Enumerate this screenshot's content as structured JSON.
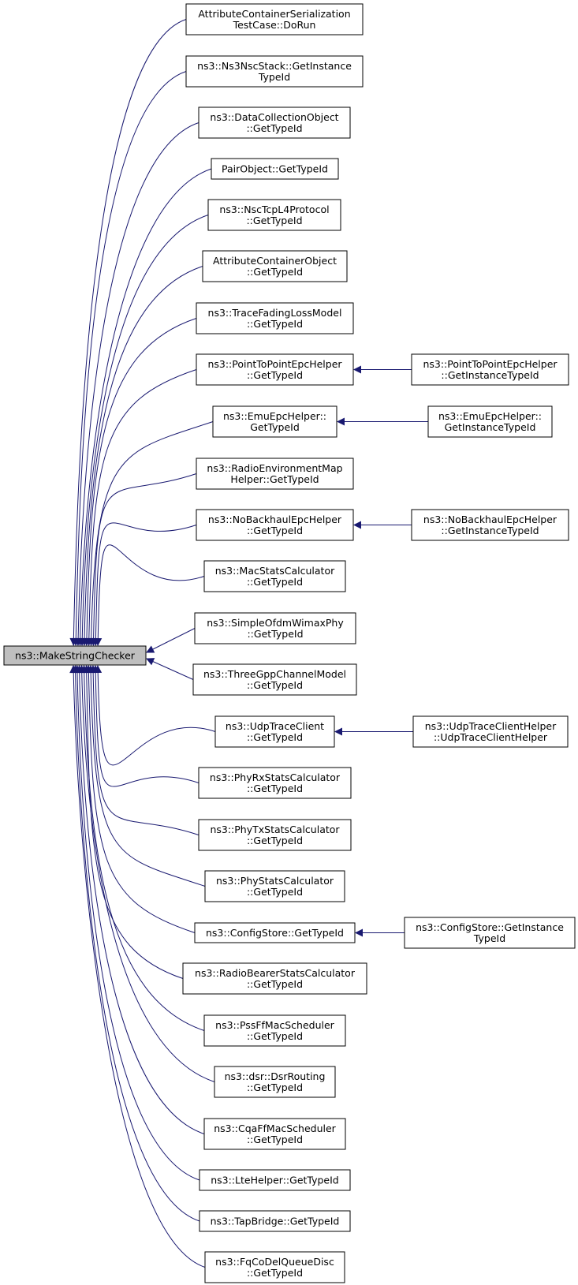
{
  "colors": {
    "edge": "#191970",
    "node_border": "#000000",
    "node_fill": "#ffffff",
    "root_fill": "#bfbfbf",
    "background": "#ffffff"
  },
  "root": {
    "id": "root",
    "lines": [
      "ns3::MakeStringChecker"
    ]
  },
  "callers": [
    {
      "id": "c0",
      "lines": [
        "AttributeContainerSerialization",
        "TestCase::DoRun"
      ]
    },
    {
      "id": "c1",
      "lines": [
        "ns3::Ns3NscStack::GetInstance",
        "TypeId"
      ]
    },
    {
      "id": "c2",
      "lines": [
        "ns3::DataCollectionObject",
        "::GetTypeId"
      ]
    },
    {
      "id": "c3",
      "lines": [
        "PairObject::GetTypeId"
      ]
    },
    {
      "id": "c4",
      "lines": [
        "ns3::NscTcpL4Protocol",
        "::GetTypeId"
      ]
    },
    {
      "id": "c5",
      "lines": [
        "AttributeContainerObject",
        "::GetTypeId"
      ]
    },
    {
      "id": "c6",
      "lines": [
        "ns3::TraceFadingLossModel",
        "::GetTypeId"
      ]
    },
    {
      "id": "c7",
      "lines": [
        "ns3::PointToPointEpcHelper",
        "::GetTypeId"
      ]
    },
    {
      "id": "c8",
      "lines": [
        "ns3::EmuEpcHelper::",
        "GetTypeId"
      ]
    },
    {
      "id": "c9",
      "lines": [
        "ns3::RadioEnvironmentMap",
        "Helper::GetTypeId"
      ]
    },
    {
      "id": "c10",
      "lines": [
        "ns3::NoBackhaulEpcHelper",
        "::GetTypeId"
      ]
    },
    {
      "id": "c11",
      "lines": [
        "ns3::MacStatsCalculator",
        "::GetTypeId"
      ]
    },
    {
      "id": "c12",
      "lines": [
        "ns3::SimpleOfdmWimaxPhy",
        "::GetTypeId"
      ]
    },
    {
      "id": "c13",
      "lines": [
        "ns3::ThreeGppChannelModel",
        "::GetTypeId"
      ]
    },
    {
      "id": "c14",
      "lines": [
        "ns3::UdpTraceClient",
        "::GetTypeId"
      ]
    },
    {
      "id": "c15",
      "lines": [
        "ns3::PhyRxStatsCalculator",
        "::GetTypeId"
      ]
    },
    {
      "id": "c16",
      "lines": [
        "ns3::PhyTxStatsCalculator",
        "::GetTypeId"
      ]
    },
    {
      "id": "c17",
      "lines": [
        "ns3::PhyStatsCalculator",
        "::GetTypeId"
      ]
    },
    {
      "id": "c18",
      "lines": [
        "ns3::ConfigStore::GetTypeId"
      ]
    },
    {
      "id": "c19",
      "lines": [
        "ns3::RadioBearerStatsCalculator",
        "::GetTypeId"
      ]
    },
    {
      "id": "c20",
      "lines": [
        "ns3::PssFfMacScheduler",
        "::GetTypeId"
      ]
    },
    {
      "id": "c21",
      "lines": [
        "ns3::dsr::DsrRouting",
        "::GetTypeId"
      ]
    },
    {
      "id": "c22",
      "lines": [
        "ns3::CqaFfMacScheduler",
        "::GetTypeId"
      ]
    },
    {
      "id": "c23",
      "lines": [
        "ns3::LteHelper::GetTypeId"
      ]
    },
    {
      "id": "c24",
      "lines": [
        "ns3::TapBridge::GetTypeId"
      ]
    },
    {
      "id": "c25",
      "lines": [
        "ns3::FqCoDelQueueDisc",
        "::GetTypeId"
      ]
    }
  ],
  "second_level": [
    {
      "id": "d7",
      "from": "c7",
      "lines": [
        "ns3::PointToPointEpcHelper",
        "::GetInstanceTypeId"
      ]
    },
    {
      "id": "d8",
      "from": "c8",
      "lines": [
        "ns3::EmuEpcHelper::",
        "GetInstanceTypeId"
      ]
    },
    {
      "id": "d10",
      "from": "c10",
      "lines": [
        "ns3::NoBackhaulEpcHelper",
        "::GetInstanceTypeId"
      ]
    },
    {
      "id": "d14",
      "from": "c14",
      "lines": [
        "ns3::UdpTraceClientHelper",
        "::UdpTraceClientHelper"
      ]
    },
    {
      "id": "d18",
      "from": "c18",
      "lines": [
        "ns3::ConfigStore::GetInstance",
        "TypeId"
      ]
    }
  ]
}
